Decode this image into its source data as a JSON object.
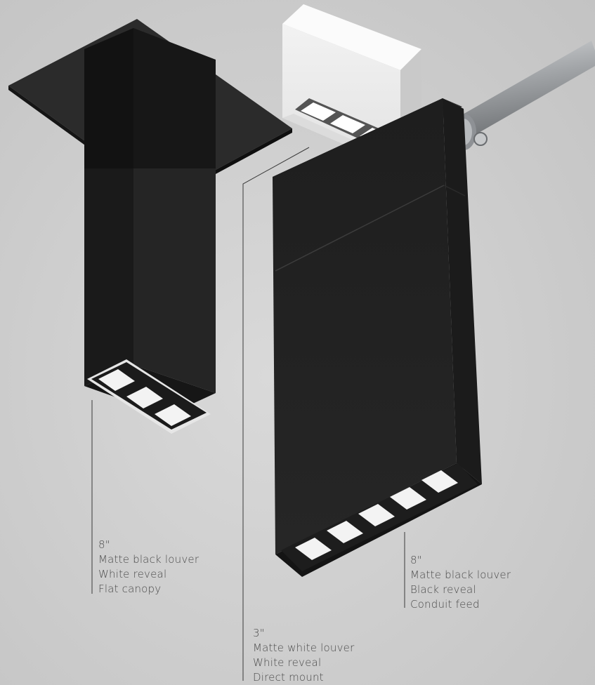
{
  "colors": {
    "background": "#cfcfcf",
    "fixture_black": "#222222",
    "fixture_white": "#eeeeee",
    "conduit": "#a7aaad",
    "label_text": "#4a4a4a",
    "leader_line": "#3a3a3a"
  },
  "fixtures": {
    "left": {
      "size": "8\"",
      "louver": "Matte black louver",
      "reveal": "White reveal",
      "mount": "Flat canopy",
      "cells": 3
    },
    "center": {
      "size": "3\"",
      "louver": "Matte white louver",
      "reveal": "White reveal",
      "mount": "Direct mount",
      "cells": 3
    },
    "right": {
      "size": "8\"",
      "louver": "Matte black louver",
      "reveal": "Black reveal",
      "mount": "Conduit feed",
      "cells": 5
    }
  }
}
